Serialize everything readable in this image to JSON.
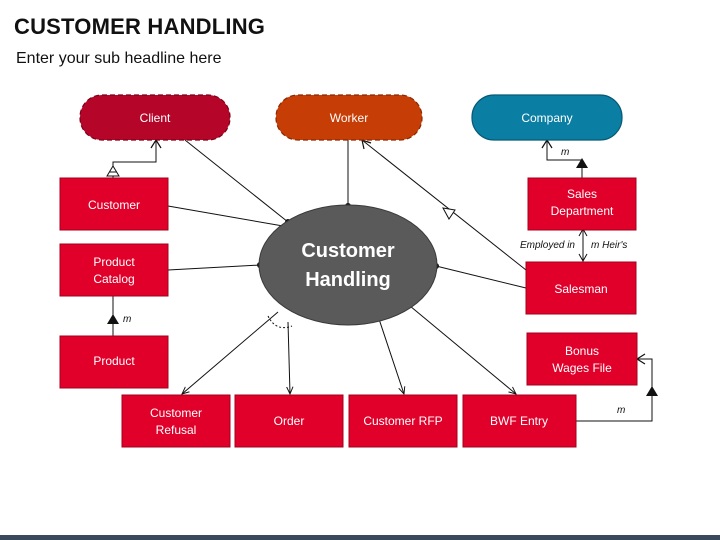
{
  "title": "CUSTOMER HANDLING",
  "subtitle": "Enter your sub headline here",
  "center": {
    "line1": "Customer",
    "line2": "Handling"
  },
  "nodes": {
    "client": "Client",
    "worker": "Worker",
    "company": "Company",
    "customer": "Customer",
    "product_catalog": [
      "Product",
      "Catalog"
    ],
    "product": "Product",
    "sales_department": [
      "Sales",
      "Department"
    ],
    "salesman": "Salesman",
    "bonus_wages_file": [
      "Bonus",
      "Wages File"
    ],
    "customer_refusal": [
      "Customer",
      "Refusal"
    ],
    "order": "Order",
    "customer_rfp": "Customer RFP",
    "bwf_entry": "BWF Entry"
  },
  "notes": {
    "company_m": "m",
    "catalog_m": "m",
    "employed_in": "Employed in",
    "m_heirs": "m Heir's",
    "bonus_m": "m"
  },
  "colors": {
    "client": "#b5062a",
    "worker": "#c63d06",
    "company": "#0b7fa3",
    "box": "#e0002a",
    "center": "#5a5a5a"
  }
}
